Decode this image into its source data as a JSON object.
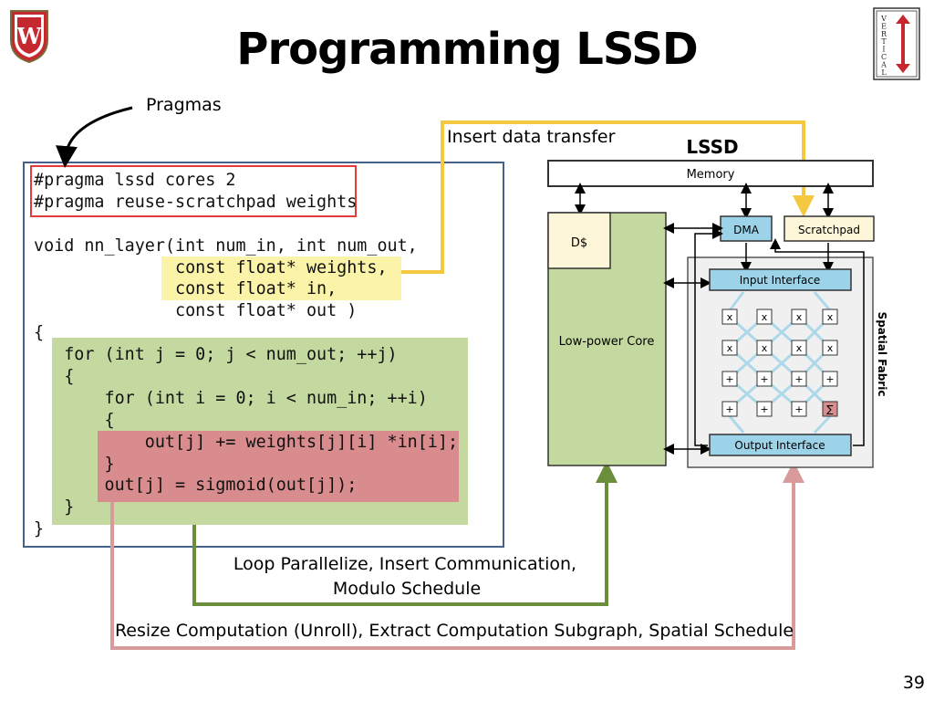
{
  "slide": {
    "title": "Programming LSSD",
    "page_number": "39",
    "logo_letters": [
      "V",
      "E",
      "R",
      "T",
      "I",
      "C",
      "A",
      "L"
    ],
    "pragmas_label": "Pragmas",
    "insert_transfer_label": "Insert data transfer",
    "loop_label_line1": "Loop Parallelize, Insert Communication,",
    "loop_label_line2": "Modulo Schedule",
    "resize_label": "Resize Computation (Unroll), Extract Computation Subgraph, Spatial Schedule"
  },
  "code": {
    "lines": [
      "#pragma lssd cores 2",
      "#pragma reuse-scratchpad weights",
      "",
      "void nn_layer(int num_in, int num_out,",
      "              const float* weights,",
      "              const float* in,",
      "              const float* out )",
      "{",
      "   for (int j = 0; j < num_out; ++j)",
      "   {",
      "       for (int i = 0; i < num_in; ++i)",
      "       {",
      "           out[j] += weights[j][i] *in[i];",
      "       }",
      "       out[j] = sigmoid(out[j]);",
      "   }",
      "}"
    ]
  },
  "diagram": {
    "title": "LSSD",
    "memory": "Memory",
    "dcache": "D$",
    "core": "Low-power Core",
    "dma": "DMA",
    "scratchpad": "Scratchpad",
    "input_interface": "Input Interface",
    "output_interface": "Output Interface",
    "spatial_fabric": "Spatial Fabric",
    "grid": [
      [
        "x",
        "x",
        "x",
        "x"
      ],
      [
        "x",
        "x",
        "x",
        "x"
      ],
      [
        "+",
        "+",
        "+",
        "+"
      ],
      [
        "+",
        "+",
        "+",
        "∑"
      ]
    ],
    "colors": {
      "core_fill": "#c4d9a0",
      "dcache_fill": "#fdf6d8",
      "scratchpad_fill": "#fdf6d8",
      "interface_fill": "#9cd3e8",
      "sum_fill": "#d98c8d",
      "yellow_arrow": "#f5c842",
      "green_arrow": "#6b8e3a",
      "red_arrow": "#d99a9b",
      "code_border": "#44618a",
      "pragma_border": "#e03a3a"
    }
  }
}
